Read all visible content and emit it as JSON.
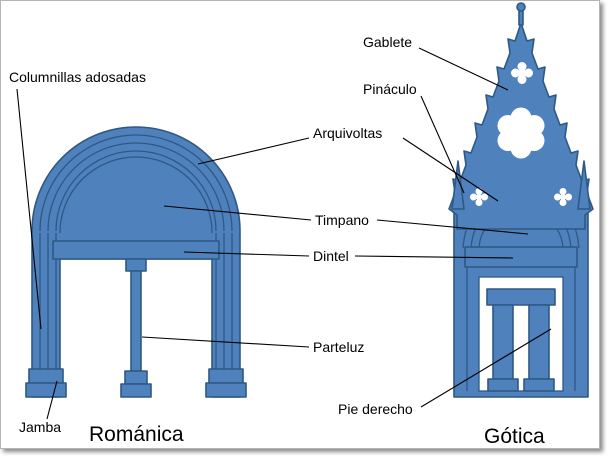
{
  "diagram": {
    "labels": {
      "columnillas": "Columnillas adosadas",
      "jamba": "Jamba",
      "gablete": "Gablete",
      "pinaculo": "Pináculo",
      "arquivoltas": "Arquivoltas",
      "timpano": "Timpano",
      "dintel": "Dintel",
      "parteluz": "Parteluz",
      "pie_derecho": "Pie derecho"
    },
    "titles": {
      "romanesque": "Románica",
      "gothic": "Gótica"
    },
    "colors": {
      "portal_fill": "#4f81bd",
      "portal_stroke": "#2e5984",
      "connector": "#000000",
      "text_color": "#000000"
    }
  }
}
